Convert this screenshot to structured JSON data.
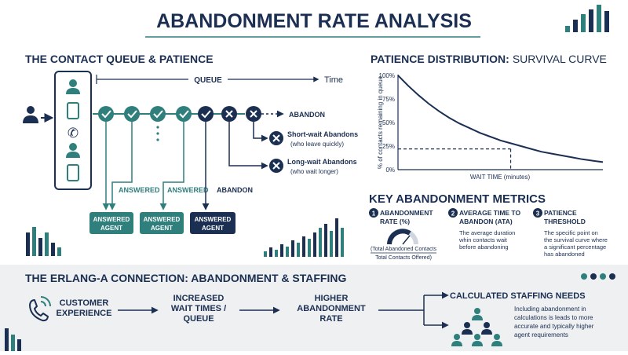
{
  "title": "ABANDONMENT RATE ANALYSIS",
  "colors": {
    "navy": "#1b2f52",
    "teal": "#2f7f7d",
    "light_bg": "#eef0f2"
  },
  "queue_section": {
    "heading": "THE CONTACT QUEUE & PATIENCE",
    "queue_label": "QUEUE",
    "time_label": "Time",
    "abandon_label": "ABANDON",
    "short_wait_title": "Short-wait Abandons",
    "short_wait_sub": "(who leave quickly)",
    "long_wait_title": "Long-wait Abandons",
    "long_wait_sub": "(who wait longer)",
    "answered_label_1": "ANSWERED",
    "answered_label_2": "ANSWERED",
    "abandon_label_2": "ABANDON",
    "agent_boxes": [
      {
        "line1": "ANSWERED",
        "line2": "AGENT"
      },
      {
        "line1": "ANSWERED",
        "line2": "AGENT"
      },
      {
        "line1": "ANSWERED",
        "line2": "AGENT"
      }
    ],
    "channel_icons": [
      "person-icon",
      "phone-icon",
      "telephone-icon",
      "person-icon",
      "mobile-icon"
    ]
  },
  "survival_section": {
    "heading_bold": "PATIENCE DISTRIBUTION:",
    "heading_light": "SURVIVAL CURVE",
    "ylabel": "% of contacts remaining in queue",
    "xlabel": "WAIT TIME (minutes)",
    "yticks": [
      "100%",
      "75%",
      "50%",
      "25%",
      "0%"
    ]
  },
  "chart_data": {
    "type": "line",
    "title": "",
    "xlabel": "WAIT TIME (minutes)",
    "ylabel": "% of contacts remaining in queue",
    "ylim": [
      0,
      100
    ],
    "xlim": [
      0,
      1
    ],
    "yticks": [
      0,
      25,
      50,
      75,
      100
    ],
    "series": [
      {
        "x": [
          0,
          0.05,
          0.1,
          0.15,
          0.2,
          0.25,
          0.3,
          0.35,
          0.4,
          0.45,
          0.5,
          0.55,
          0.6,
          0.65,
          0.7,
          0.75,
          0.8,
          0.85,
          0.9,
          0.95,
          1
        ],
        "values": [
          100,
          89,
          79,
          70,
          62,
          55,
          49,
          44,
          39,
          35,
          31,
          28,
          25,
          22,
          19,
          17,
          15,
          13,
          11,
          9.5,
          8
        ]
      }
    ],
    "threshold": {
      "x": 0.55,
      "y": 22
    },
    "grid": false
  },
  "metrics_section": {
    "heading": "KEY ABANDONMENT METRICS",
    "items": [
      {
        "num": "1",
        "title_l1": "ABANDONMENT",
        "title_l2": "RATE (%)",
        "desc": [],
        "formula_num": "(Total Abandoned Contacts",
        "formula_den": "Total Contacts Offered)"
      },
      {
        "num": "2",
        "title_l1": "AVERAGE TIME TO",
        "title_l2": "ABANDON (ATA)",
        "desc": [
          "The average duration",
          "whin contacts wait",
          "before abandoning"
        ]
      },
      {
        "num": "3",
        "title_l1": "PATIENCE",
        "title_l2": "THRESHOLD",
        "desc": [
          "The specific point on",
          "the survival curve where",
          "a significant percentage",
          "has abandoned"
        ]
      }
    ]
  },
  "erlang_section": {
    "heading": "THE ERLANG-A CONNECTION: ABANDONMENT & STAFFING",
    "step1": [
      "CUSTOMER",
      "EXPERIENCE"
    ],
    "step2": [
      "INCREASED",
      "WAIT TIMES /",
      "QUEUE"
    ],
    "step3": [
      "HIGHER",
      "ABANDONMENT",
      "RATE"
    ],
    "staffing_title": "CALCULATED STAFFING NEEDS",
    "staffing_desc": [
      "Including abandonment in",
      "calculations is leads to more",
      "accurate and typically higher",
      "agent requirements"
    ]
  }
}
